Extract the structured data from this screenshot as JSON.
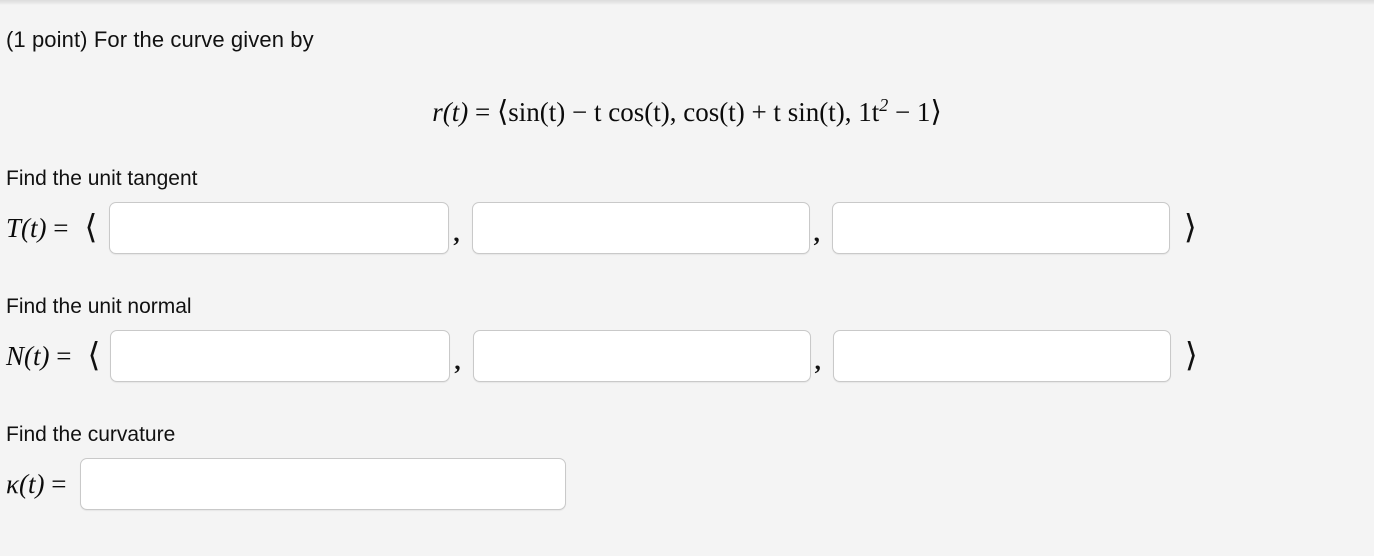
{
  "page": {
    "background_color": "#f4f4f4",
    "text_color": "#111111",
    "input_border_color": "#c9c9c9",
    "input_fill_color": "#ffffff"
  },
  "prompt": {
    "text": "(1 point) For the curve given by"
  },
  "formula": {
    "lhs": "r(t)",
    "equals": "=",
    "open_angle": "⟨",
    "component_1": "sin(t) − t cos(t)",
    "component_2": "cos(t) + t sin(t)",
    "component_3_base": "1t",
    "component_3_exponent": "2",
    "component_3_tail": "− 1",
    "close_angle": "⟩",
    "full_text": "r(t) = ⟨sin(t) − t cos(t), cos(t) + t sin(t), 1t² − 1⟩"
  },
  "sections": [
    {
      "id": "unit-tangent",
      "label": "Find the unit tangent",
      "math_symbol": "T",
      "math_arg": "(t)",
      "equals": "=",
      "open_angle": "⟨",
      "close_angle": "⟩",
      "separator": ",",
      "inputs": [
        {
          "name": "tangent-component-1",
          "value": "",
          "placeholder": ""
        },
        {
          "name": "tangent-component-2",
          "value": "",
          "placeholder": ""
        },
        {
          "name": "tangent-component-3",
          "value": "",
          "placeholder": ""
        }
      ]
    },
    {
      "id": "unit-normal",
      "label": "Find the unit normal",
      "math_symbol": "N",
      "math_arg": "(t)",
      "equals": "=",
      "open_angle": "⟨",
      "close_angle": "⟩",
      "separator": ",",
      "inputs": [
        {
          "name": "normal-component-1",
          "value": "",
          "placeholder": ""
        },
        {
          "name": "normal-component-2",
          "value": "",
          "placeholder": ""
        },
        {
          "name": "normal-component-3",
          "value": "",
          "placeholder": ""
        }
      ]
    },
    {
      "id": "curvature",
      "label": "Find the curvature",
      "math_symbol": "κ",
      "math_arg": "(t)",
      "equals": "=",
      "inputs": [
        {
          "name": "curvature-value",
          "value": "",
          "placeholder": ""
        }
      ]
    }
  ]
}
